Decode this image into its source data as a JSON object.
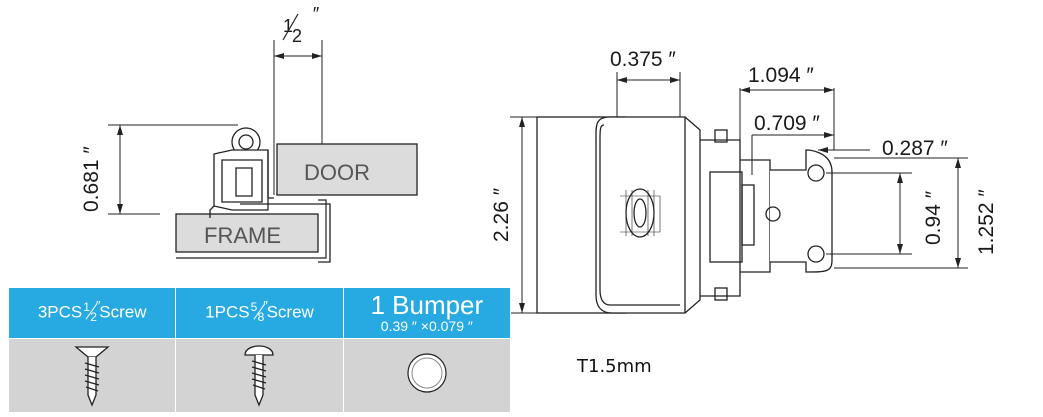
{
  "left_view": {
    "top_dim": {
      "num": "1",
      "den": "2",
      "unit": "″"
    },
    "height_dim": "0.681 ″",
    "door_label": "DOOR",
    "frame_label": "FRAME"
  },
  "right_view": {
    "dim_0375": "0.375 ″",
    "dim_1094": "1.094 ″",
    "dim_0709": "0.709 ″",
    "dim_0287": "0.287 ″",
    "dim_226": "2.26 ″",
    "dim_094": "0.94 ″",
    "dim_1252": "1.252 ″"
  },
  "parts_table": {
    "col1": {
      "prefix": "3PCS",
      "num": "1",
      "den": "2",
      "mark": "″",
      "suffix": "Screw"
    },
    "col2": {
      "prefix": "1PCS",
      "num": "5",
      "den": "8",
      "mark": "″",
      "suffix": "Screw"
    },
    "col3": {
      "title": "1 Bumper",
      "sub": "0.39 ″ ×0.079 ″"
    },
    "header_color": "#27a9e1",
    "image_row_color": "#d3d3d3"
  },
  "thickness_note": "T1.5mm"
}
